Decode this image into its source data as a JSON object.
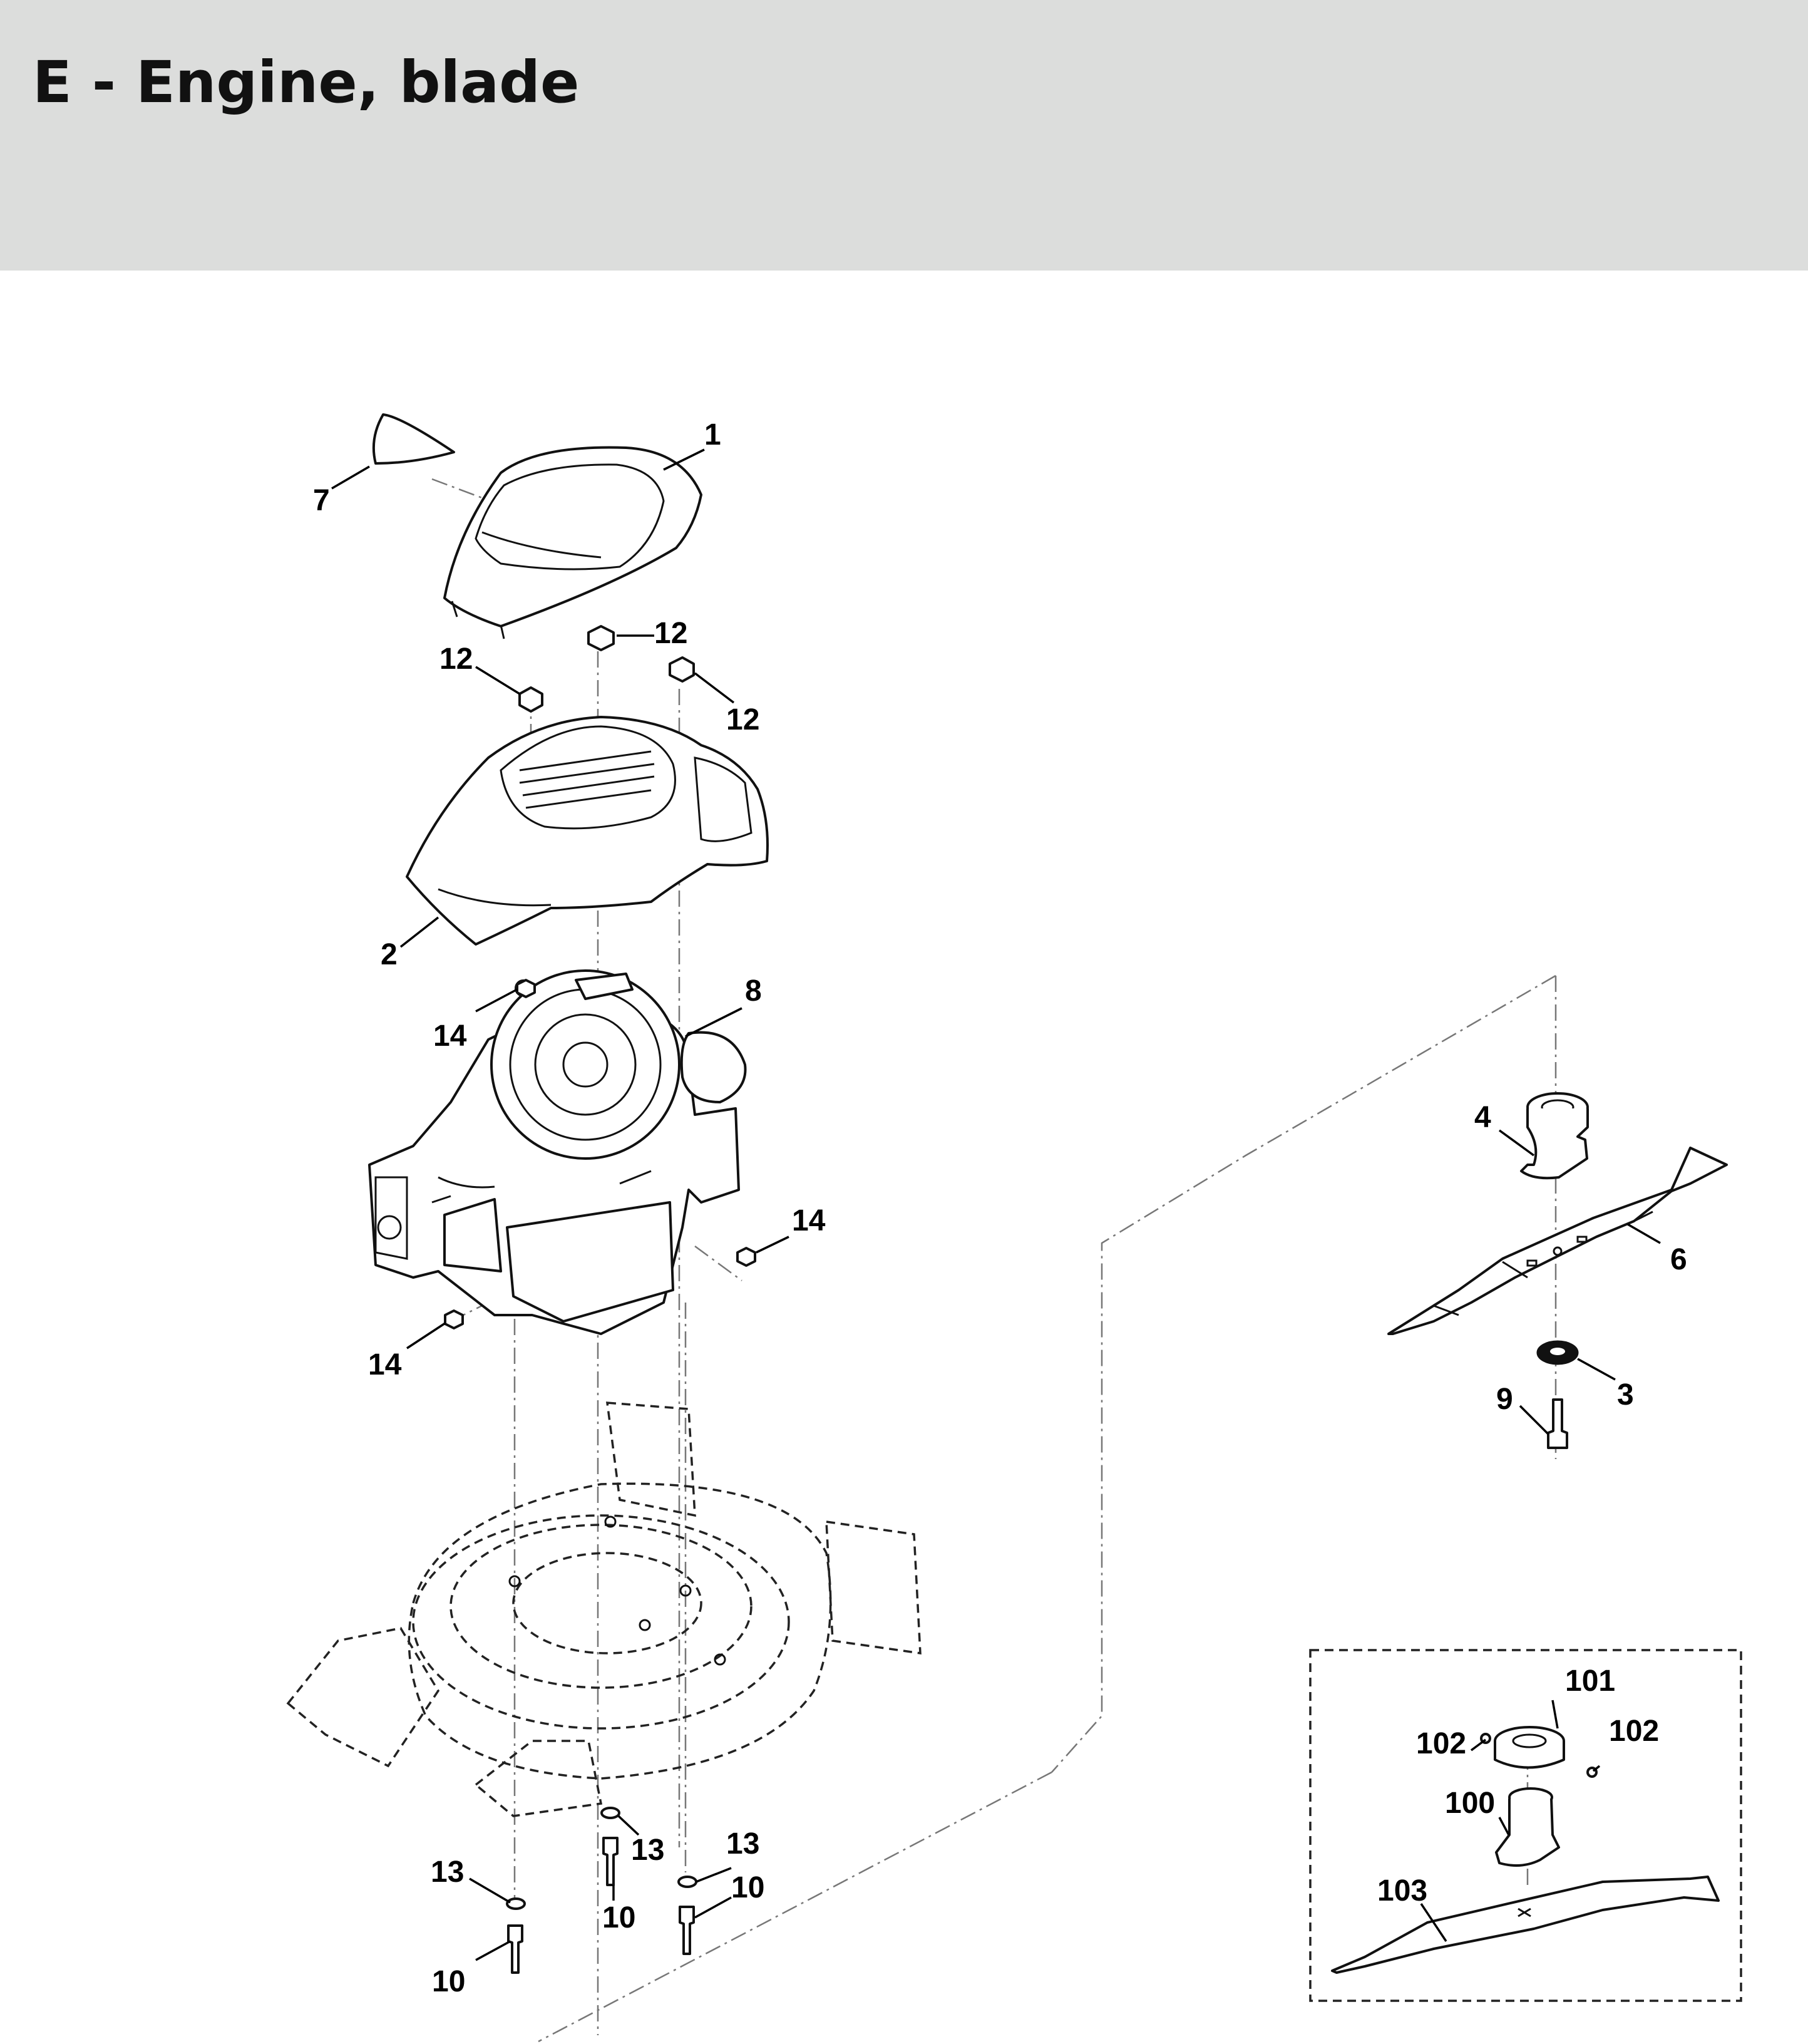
{
  "header": {
    "title": "E - Engine, blade"
  },
  "callouts": {
    "c1": "1",
    "c2": "2",
    "c3": "3",
    "c4": "4",
    "c6": "6",
    "c7": "7",
    "c8": "8",
    "c9": "9",
    "c10": "10",
    "c12": "12",
    "c13": "13",
    "c14": "14",
    "c100": "100",
    "c101": "101",
    "c102": "102",
    "c103": "103"
  },
  "colors": {
    "header_bg": "#dcdddc",
    "line": "#111111",
    "background": "#ffffff"
  }
}
